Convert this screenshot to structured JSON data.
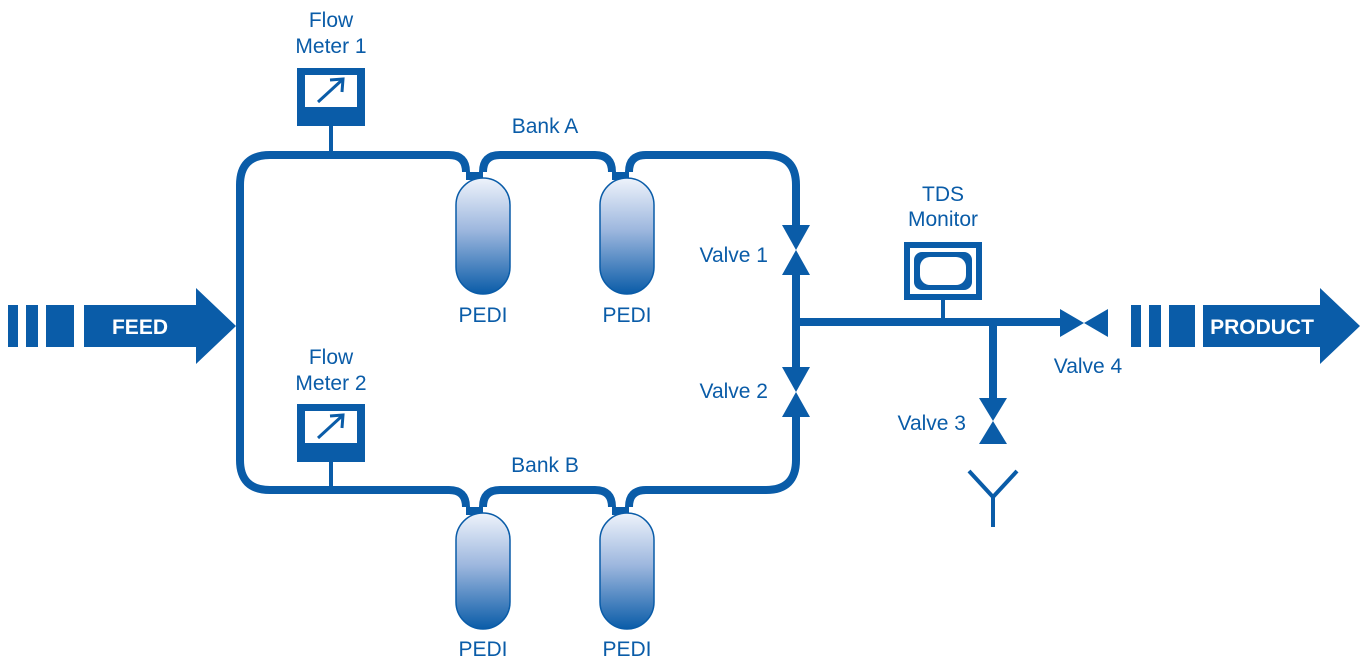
{
  "colors": {
    "primary": "#0a5ca8",
    "tank_light": "#e6eef9",
    "screen_face": "#ffffff"
  },
  "feed": {
    "label": "FEED"
  },
  "product": {
    "label": "PRODUCT"
  },
  "flow_meter_1": {
    "line1": "Flow",
    "line2": "Meter 1",
    "icon": "gauge-arrow-icon"
  },
  "flow_meter_2": {
    "line1": "Flow",
    "line2": "Meter 2",
    "icon": "gauge-arrow-icon"
  },
  "bank_a": {
    "label": "Bank A",
    "tanks": [
      "PEDI",
      "PEDI"
    ]
  },
  "bank_b": {
    "label": "Bank B",
    "tanks": [
      "PEDI",
      "PEDI"
    ]
  },
  "valves": {
    "v1": "Valve 1",
    "v2": "Valve 2",
    "v3": "Valve 3",
    "v4": "Valve 4"
  },
  "tds_monitor": {
    "line1": "TDS",
    "line2": "Monitor"
  }
}
